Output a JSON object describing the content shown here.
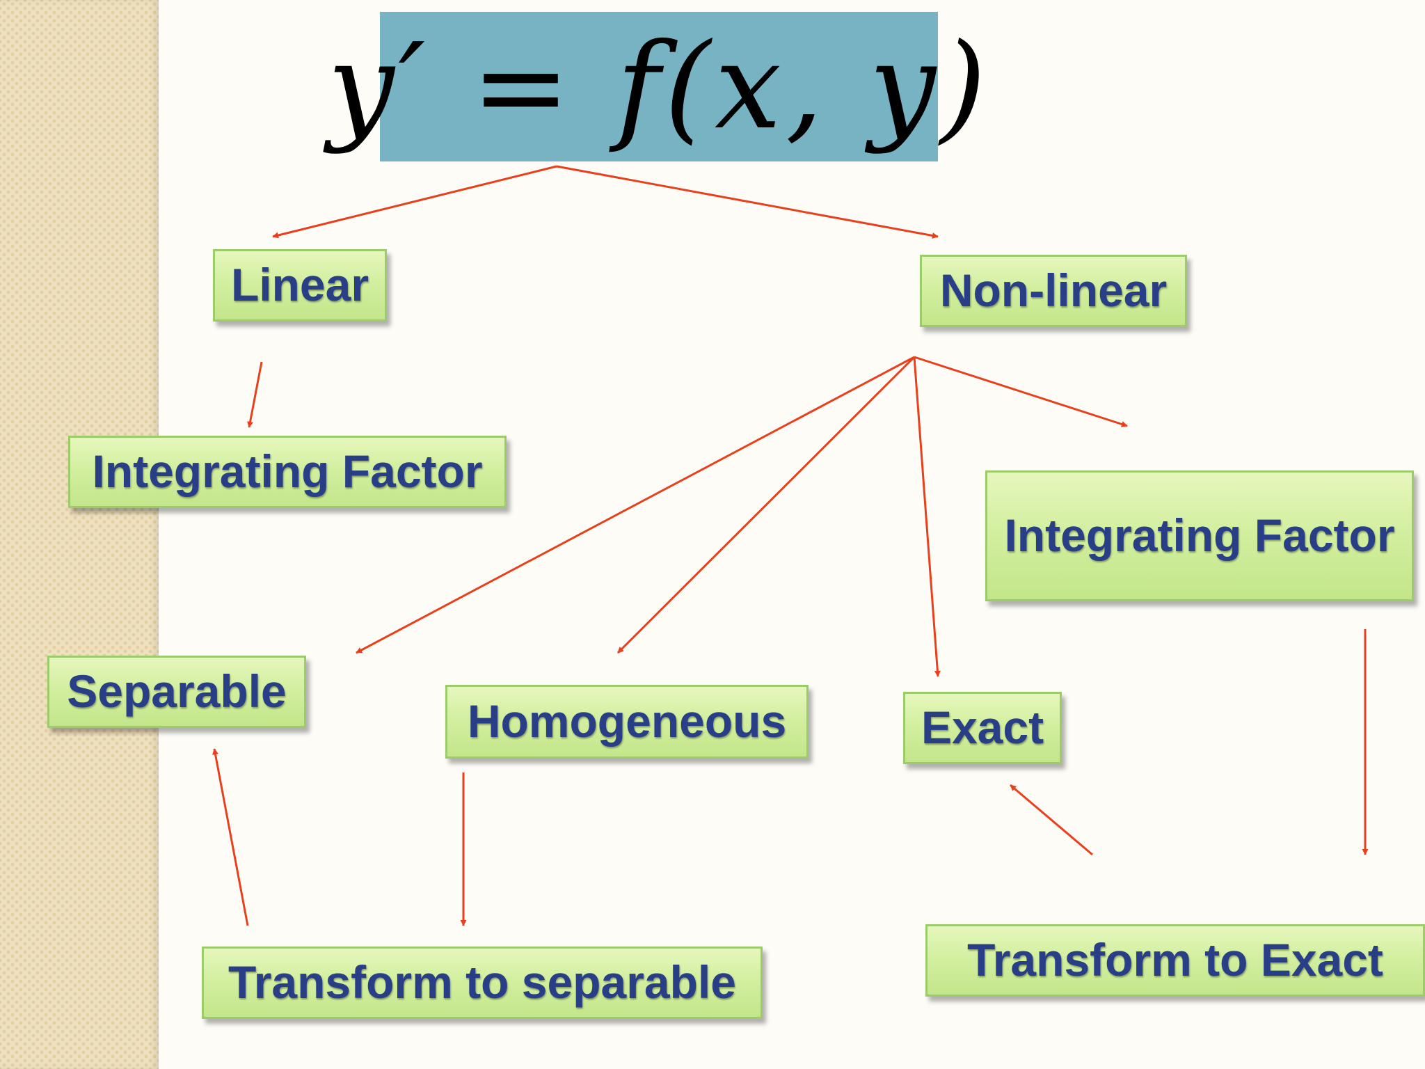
{
  "equation": "y′ = f(x, y)",
  "nodes": {
    "linear": "Linear",
    "nonlinear": "Non-linear",
    "integrating_factor_left": "Integrating Factor",
    "integrating_factor_right": "Integrating Factor",
    "separable": "Separable",
    "homogeneous": "Homogeneous",
    "exact": "Exact",
    "transform_to_separable": "Transform to separable",
    "transform_to_exact": "Transform to Exact"
  },
  "colors": {
    "equation_box": "#78b3c3",
    "node_fill": "#d3efa0",
    "node_border": "#9ccc6a",
    "node_text": "#283f88",
    "arrow": "#e8401c",
    "side_strip": "#efe1c0"
  }
}
